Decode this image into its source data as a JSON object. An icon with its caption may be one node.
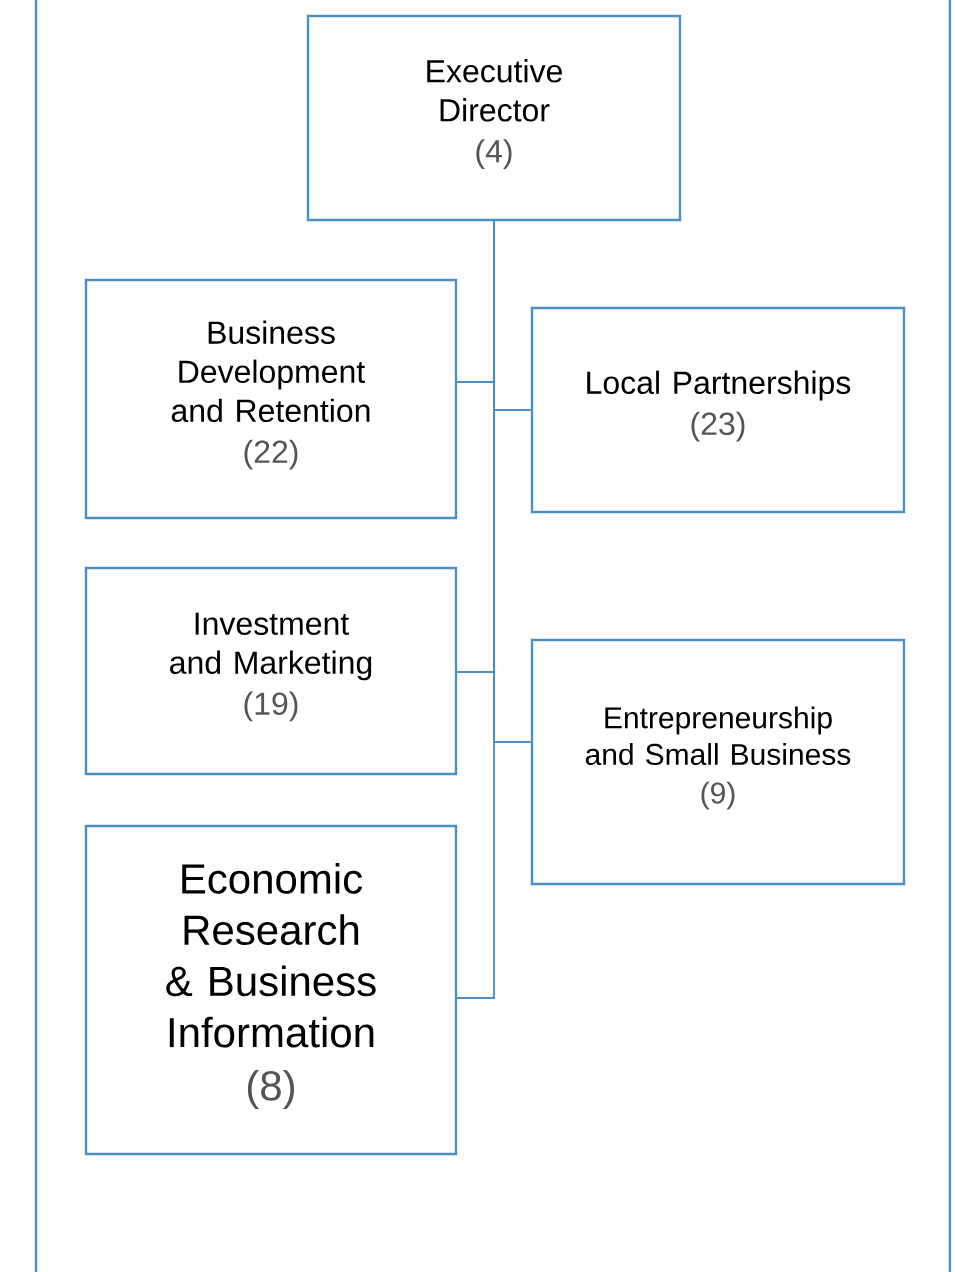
{
  "diagram": {
    "nodes": [
      {
        "text": [
          "Executive Director",
          "(4)"
        ]
      },
      {
        "text": [
          "Business Development and Retention",
          "(22)"
        ]
      },
      {
        "text": [
          "Local Partnerships",
          "(23)"
        ]
      },
      {
        "text": [
          "Investment and Marketing",
          "(19)"
        ]
      },
      {
        "text": [
          "Entrepreneurship and Small Business",
          "(9)"
        ]
      },
      {
        "text": [
          "Economic Research & Business Information",
          "(8)"
        ]
      }
    ],
    "edges": [
      {
        "from": 0,
        "to": 1,
        "arrow": "none"
      },
      {
        "from": 0,
        "to": 2,
        "arrow": "none"
      },
      {
        "from": 0,
        "to": 3,
        "arrow": "none"
      },
      {
        "from": 0,
        "to": 4,
        "arrow": "none"
      },
      {
        "from": 0,
        "to": 5,
        "arrow": "none"
      }
    ]
  }
}
